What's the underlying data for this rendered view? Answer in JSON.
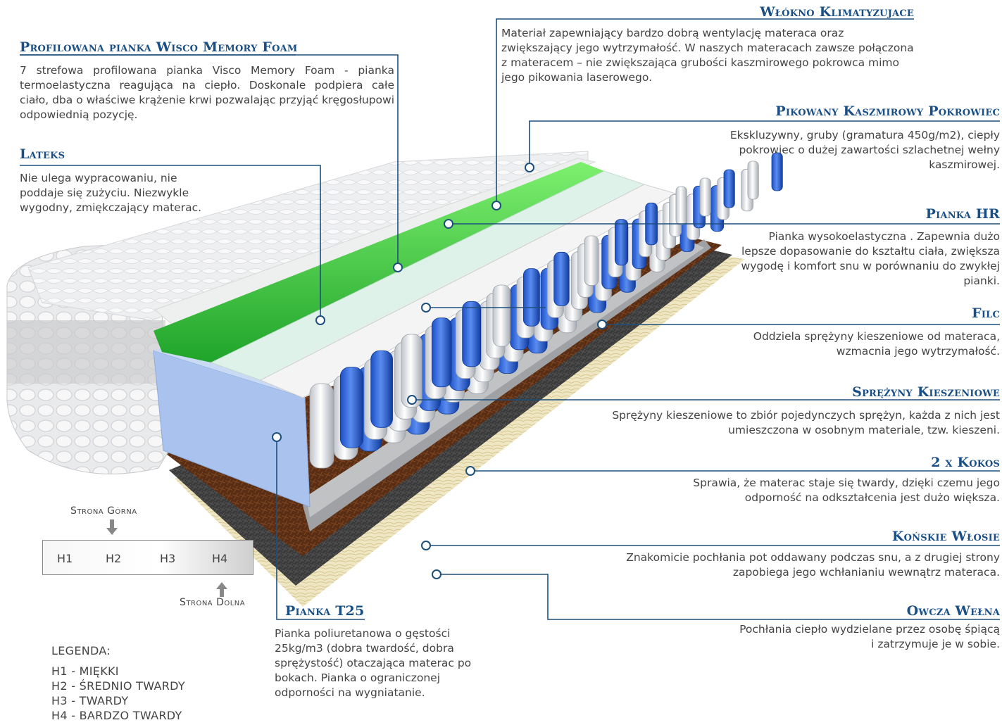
{
  "sections": {
    "wlokno": {
      "title": "Włókno Klimatyzujace",
      "text": "Materiał zapewniający bardzo dobrą wentylację materaca oraz zwiększający jego wytrzymałość. W naszych materacach zawsze połączona z materacem – nie zwiększająca grubości kaszmirowego pokrowca mimo jego pikowania laserowego."
    },
    "visco": {
      "title": "Profilowana pianka Wisco Memory Foam",
      "text": "7 strefowa profilowana pianka Visco Memory Foam - pianka termoelastyczna reagująca na ciepło.  Doskonale podpiera całe ciało, dba o właściwe krążenie krwi pozwalając przyjąć kręgosłupowi odpowiednią pozycję."
    },
    "pikowany": {
      "title": "Pikowany Kaszmirowy Pokrowiec",
      "text": "Ekskluzywny, gruby (gramatura 450g/m2), ciepły pokrowiec o dużej zawartości szlachetnej wełny kaszmirowej."
    },
    "lateks": {
      "title": "Lateks",
      "text": "Nie ulega wypracowaniu, nie poddaje się zużyciu. Niezwykle wygodny, zmiękczający materac."
    },
    "hr": {
      "title": "Pianka HR",
      "text": "Pianka wysokoelastyczna . Zapewnia dużo lepsze dopasowanie do kształtu ciała, zwiększa wygodę i komfort snu w porównaniu do zwykłej pianki."
    },
    "filc": {
      "title": "Filc",
      "text": "Oddziela sprężyny kieszeniowe od materaca, wzmacnia jego wytrzymałość."
    },
    "sprezyny": {
      "title": "Sprężyny Kieszeniowe",
      "text": "Sprężyny kieszeniowe to zbiór pojedynczych sprężyn, każda z nich jest umieszczona w osobnym materiale, tzw. kieszeni."
    },
    "kokos": {
      "title": "2 x Kokos",
      "text": "Sprawia, że materac staje się twardy, dzięki czemu jego odporność na odkształcenia jest dużo większa."
    },
    "wlosie": {
      "title": "Końskie Włosie",
      "text": "Znakomicie pochłania pot oddawany podczas snu, a z drugiej strony zapobiega jego wchłanianiu wewnątrz materaca."
    },
    "welna": {
      "title": "Owcza Wełna",
      "text": "Pochłania ciepło wydzielane przez osobę śpiącą i zatrzymuje je w sobie."
    },
    "t25": {
      "title": "Pianka T25",
      "text": "Pianka poliuretanowa o gęstości 25kg/m3 (dobra twardość, dobra sprężystość) otaczająca materac po bokach. Pianka o ograniczonej odporności na wygniatanie."
    }
  },
  "hardness": {
    "top_label": "Strona Górna",
    "bottom_label": "Strona Dolna",
    "levels": [
      "H1",
      "H2",
      "H3",
      "H4"
    ]
  },
  "legend": {
    "title": "LEGENDA:",
    "items": [
      "H1 - MIĘKKI",
      "H2 - ŚREDNIO TWARDY",
      "H3 - TWARDY",
      "H4 - BARDZO TWARDY"
    ]
  },
  "colors": {
    "heading": "#1a4f86",
    "leader_line": "#1d4f7c",
    "springs_blue": "#1f5fd6",
    "latex_green": "#2fc93a"
  }
}
